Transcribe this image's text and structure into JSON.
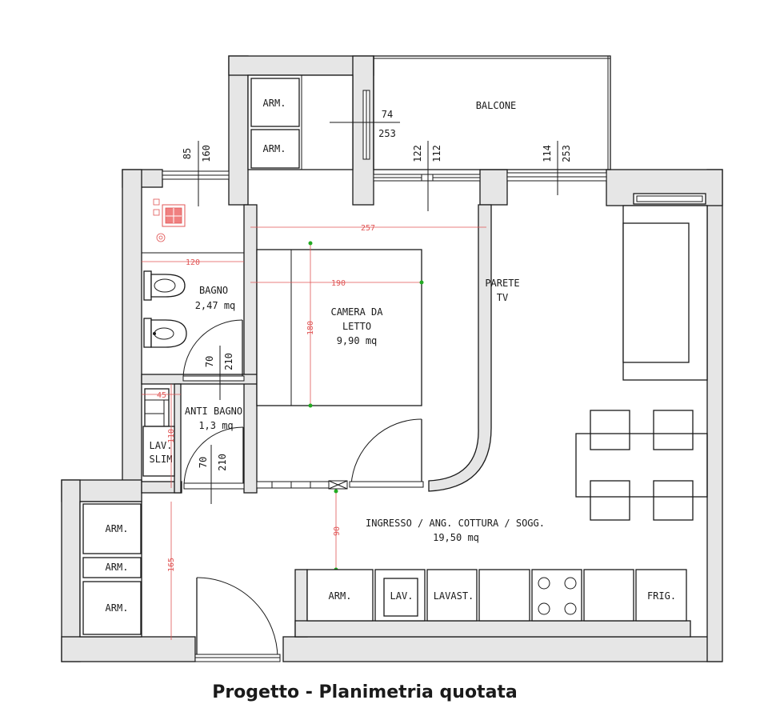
{
  "caption": "Progetto - Planimetria quotata",
  "colors": {
    "wall_fill": "#e6e6e6",
    "line": "#1a1a1a",
    "dimension_red": "#e05555",
    "marker_green": "#22aa22",
    "boiler_red": "#e05555"
  },
  "rooms": {
    "balcone": "BALCONE",
    "bagno_name": "BAGNO",
    "bagno_area": "2,47 mq",
    "camera_name_1": "CAMERA DA",
    "camera_name_2": "LETTO",
    "camera_area": "9,90 mq",
    "anti_name": "ANTI BAGNO",
    "anti_area": "1,3 mq",
    "parete_1": "PARETE",
    "parete_2": "TV",
    "ingresso_name": "INGRESSO / ANG. COTTURA / SOGG.",
    "ingresso_area": "19,50 mq"
  },
  "furniture": {
    "arm": "ARM.",
    "lav": "LAV.",
    "lavast": "LAVAST.",
    "frig": "FRIG.",
    "lav_slim_1": "LAV.",
    "lav_slim_2": "SLIM"
  },
  "dimensions": {
    "balcony_door_w": "74",
    "balcony_door_h": "253",
    "bath_window_w": "85",
    "bath_window_h": "160",
    "door_122": "122",
    "door_112": "112",
    "window_114": "114",
    "window_253": "253",
    "bath_door_w": "70",
    "bath_door_h": "210",
    "anti_door_w": "70",
    "anti_door_h": "210",
    "d257": "257",
    "d120": "120",
    "d190": "190",
    "d180": "180",
    "d45": "45",
    "d110": "110",
    "d90": "90",
    "d165": "165"
  }
}
